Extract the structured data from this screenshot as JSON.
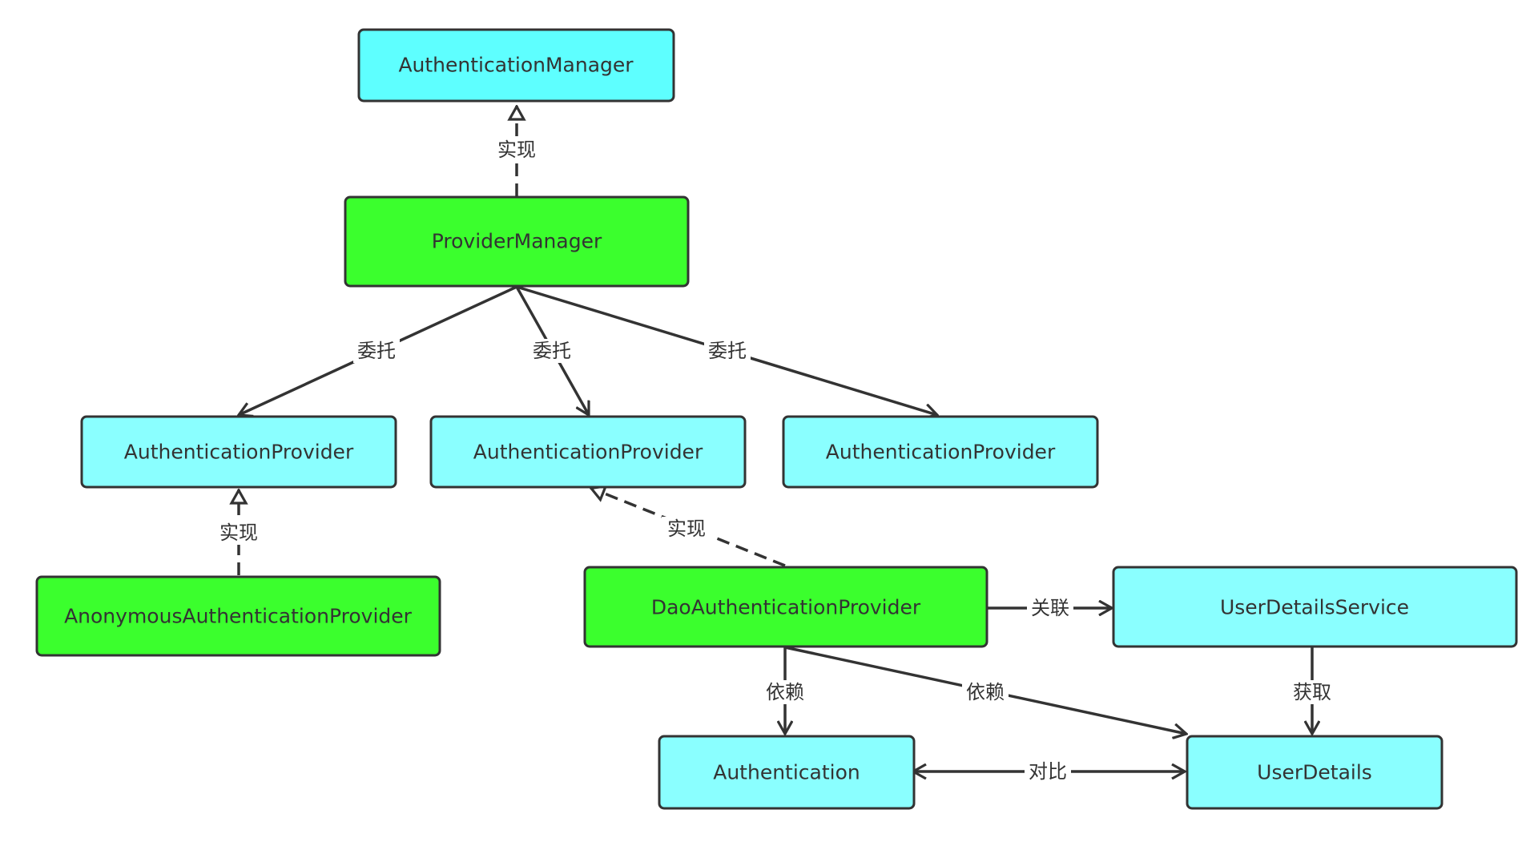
{
  "nodes": {
    "authentication_manager": {
      "label": "AuthenticationManager",
      "fill": "#5effff"
    },
    "provider_manager": {
      "label": "ProviderManager",
      "fill": "#3bff2d"
    },
    "auth_provider_1": {
      "label": "AuthenticationProvider",
      "fill": "#8affff"
    },
    "auth_provider_2": {
      "label": "AuthenticationProvider",
      "fill": "#8affff"
    },
    "auth_provider_3": {
      "label": "AuthenticationProvider",
      "fill": "#8affff"
    },
    "anonymous_provider": {
      "label": "AnonymousAuthenticationProvider",
      "fill": "#3bff2d"
    },
    "dao_provider": {
      "label": "DaoAuthenticationProvider",
      "fill": "#3bff2d"
    },
    "user_details_service": {
      "label": "UserDetailsService",
      "fill": "#8affff"
    },
    "authentication": {
      "label": "Authentication",
      "fill": "#8affff"
    },
    "user_details": {
      "label": "UserDetails",
      "fill": "#8affff"
    }
  },
  "edges": {
    "pm_implements_am": {
      "label": "实现"
    },
    "pm_delegates_ap1": {
      "label": "委托"
    },
    "pm_delegates_ap2": {
      "label": "委托"
    },
    "pm_delegates_ap3": {
      "label": "委托"
    },
    "anon_implements_ap1": {
      "label": "实现"
    },
    "dao_implements_ap2": {
      "label": "实现"
    },
    "dao_assoc_uds": {
      "label": "关联"
    },
    "dao_depends_auth": {
      "label": "依赖"
    },
    "dao_depends_ud": {
      "label": "依赖"
    },
    "uds_gets_ud": {
      "label": "获取"
    },
    "auth_compare_ud": {
      "label": "对比"
    }
  },
  "colors": {
    "stroke": "#333333",
    "interface_fill": "#8affff",
    "top_interface_fill": "#5effff",
    "implementation_fill": "#3bff2d"
  }
}
